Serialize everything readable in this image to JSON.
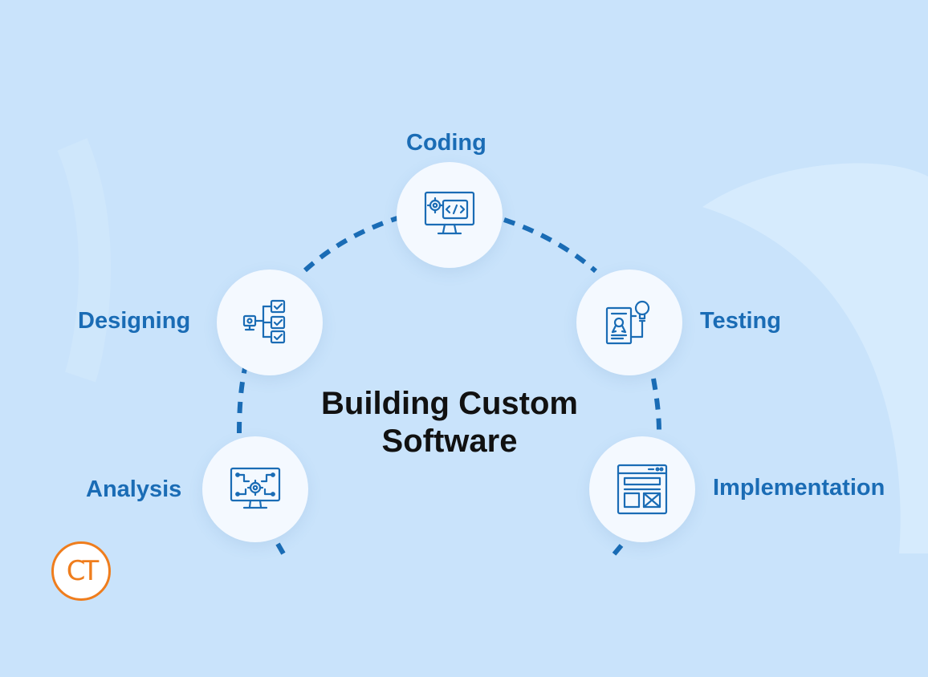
{
  "diagram": {
    "title_line1": "Building Custom",
    "title_line2": "Software",
    "stages": [
      {
        "id": "analysis",
        "label": "Analysis",
        "icon": "monitor-gear-circuit-icon"
      },
      {
        "id": "designing",
        "label": "Designing",
        "icon": "flowchart-checklist-icon"
      },
      {
        "id": "coding",
        "label": "Coding",
        "icon": "monitor-code-icon"
      },
      {
        "id": "testing",
        "label": "Testing",
        "icon": "certificate-lightbulb-icon"
      },
      {
        "id": "implementation",
        "label": "Implementation",
        "icon": "browser-window-icon"
      }
    ]
  },
  "brand": {
    "logo_text": "CT",
    "logo_color": "#ef7d1d"
  },
  "colors": {
    "background": "#c9e3fb",
    "accent": "#1a6cb5",
    "circle_fill": "#f4f9ff",
    "title": "#111111"
  }
}
